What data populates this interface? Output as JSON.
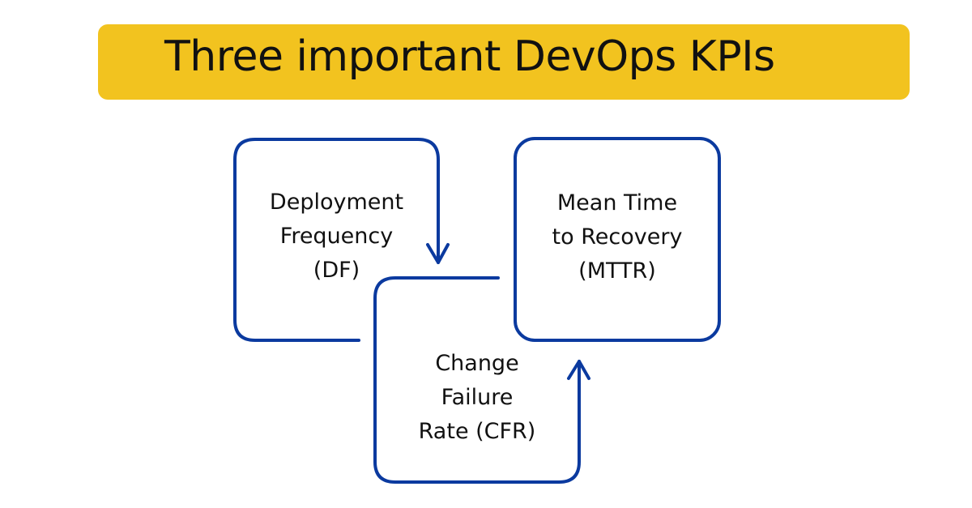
{
  "title": "Three important DevOps KPIs",
  "colors": {
    "banner": "#F2C31F",
    "stroke": "#0B3A9F"
  },
  "kpis": [
    {
      "lines": [
        "Deployment",
        "Frequency",
        "(DF)"
      ]
    },
    {
      "lines": [
        "Mean Time",
        "to Recovery",
        "(MTTR)"
      ]
    },
    {
      "lines": [
        "Change",
        "Failure",
        "Rate (CFR)"
      ]
    }
  ]
}
